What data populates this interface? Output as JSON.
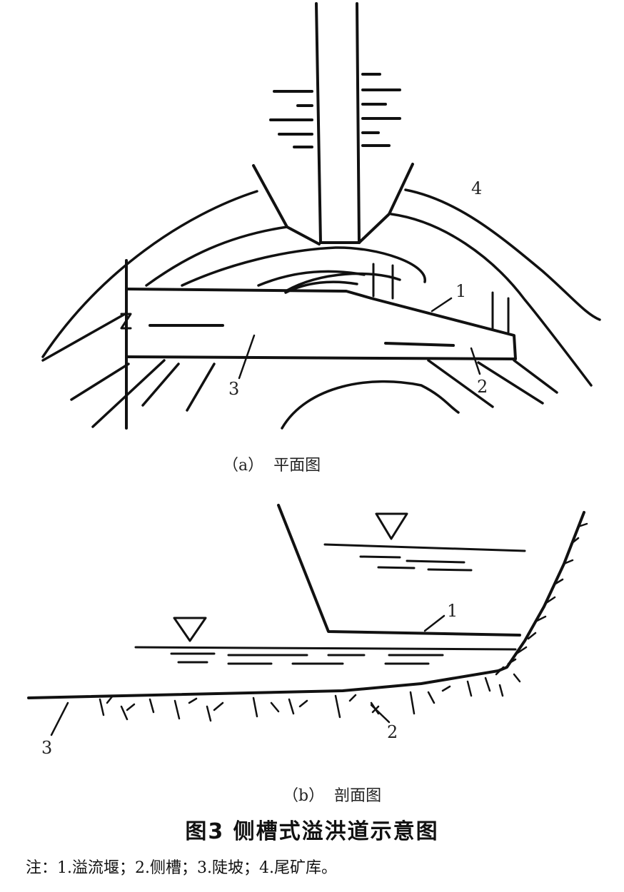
{
  "plan_view": {
    "caption": "（a）  平面图",
    "labels": {
      "weir": "1",
      "side_channel": "2",
      "chute": "3",
      "tailings_reservoir": "4"
    }
  },
  "section_view": {
    "caption": "（b）  剖面图",
    "labels": {
      "weir": "1",
      "side_channel": "2",
      "chute": "3"
    }
  },
  "figure": {
    "title": "图3   侧槽式溢洪道示意图",
    "note": "注：1.溢流堰；2.侧槽；3.陡坡；4.尾矿库。"
  }
}
